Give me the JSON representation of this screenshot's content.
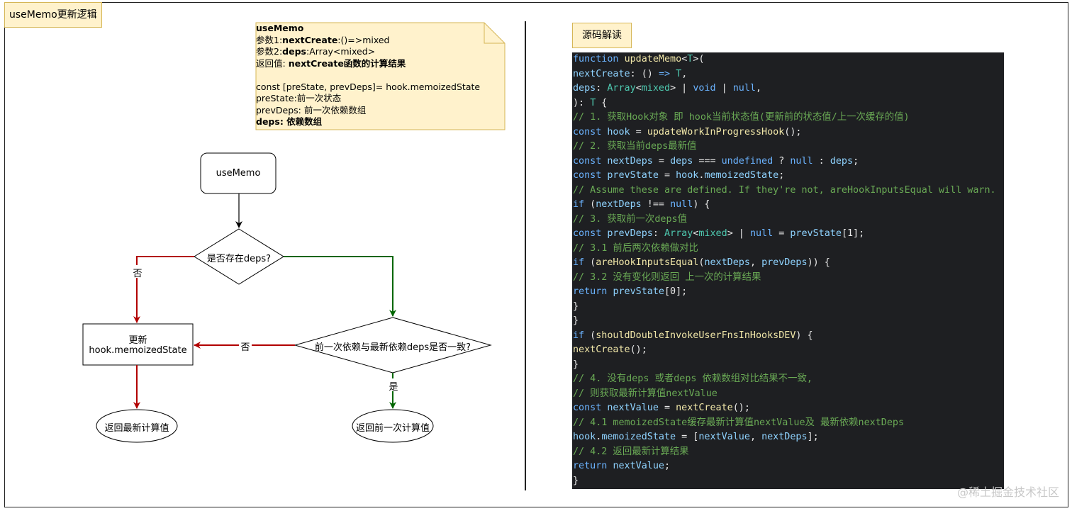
{
  "title": "useMemo更新逻辑",
  "section_title": "源码解读",
  "note": {
    "lines": [
      [
        {
          "text": "useMemo",
          "bold": true
        }
      ],
      [
        {
          "text": "参数1:",
          "bold": false
        },
        {
          "text": "nextCreate",
          "bold": true
        },
        {
          "text": ":()=>mixed",
          "bold": false
        }
      ],
      [
        {
          "text": "参数2:",
          "bold": false
        },
        {
          "text": "deps",
          "bold": true
        },
        {
          "text": ":Array<mixed>",
          "bold": false
        }
      ],
      [
        {
          "text": "返回值:  ",
          "bold": false
        },
        {
          "text": "nextCreate函数的计算结果",
          "bold": true
        }
      ],
      [
        {
          "text": "",
          "bold": false
        }
      ],
      [
        {
          "text": "const [preState, prevDeps]= hook.memoizedState",
          "bold": false
        }
      ],
      [
        {
          "text": "preState:前一次状态",
          "bold": false
        }
      ],
      [
        {
          "text": "prevDeps:  前一次依赖数组",
          "bold": false
        }
      ],
      [
        {
          "text": "deps:   依赖数组",
          "bold": true
        }
      ]
    ]
  },
  "flowchart": {
    "start": "useMemo",
    "decision1": "是否存在deps?",
    "decision2": "前一次依赖与最新依赖deps是否一致?",
    "update_box_line1": "更新",
    "update_box_line2": "hook.memoizedState",
    "end_new": "返回最新计算值",
    "end_prev": "返回前一次计算值",
    "label_no_1": "否",
    "label_no_2": "否",
    "label_yes": "是",
    "colors": {
      "no": "#b20000",
      "yes": "#006600",
      "default": "#000000"
    }
  },
  "code_lines": [
    [
      {
        "c": "k",
        "t": "function "
      },
      {
        "c": "f",
        "t": "updateMemo"
      },
      {
        "c": "p",
        "t": "<"
      },
      {
        "c": "t",
        "t": "T"
      },
      {
        "c": "p",
        "t": ">("
      }
    ],
    [
      {
        "c": "v",
        "t": "nextCreate"
      },
      {
        "c": "p",
        "t": ": () "
      },
      {
        "c": "k",
        "t": "=>"
      },
      {
        "c": "p",
        "t": " "
      },
      {
        "c": "t",
        "t": "T"
      },
      {
        "c": "p",
        "t": ","
      }
    ],
    [
      {
        "c": "v",
        "t": "deps"
      },
      {
        "c": "p",
        "t": ": "
      },
      {
        "c": "t",
        "t": "Array"
      },
      {
        "c": "p",
        "t": "<"
      },
      {
        "c": "t",
        "t": "mixed"
      },
      {
        "c": "p",
        "t": "> | "
      },
      {
        "c": "k",
        "t": "void"
      },
      {
        "c": "p",
        "t": " | "
      },
      {
        "c": "k",
        "t": "null"
      },
      {
        "c": "p",
        "t": ","
      }
    ],
    [
      {
        "c": "p",
        "t": "): "
      },
      {
        "c": "t",
        "t": "T"
      },
      {
        "c": "p",
        "t": " {"
      }
    ],
    [
      {
        "c": "c",
        "t": "// 1. 获取Hook对象 即 hook当前状态值(更新前的状态值/上一次缓存的值)"
      }
    ],
    [
      {
        "c": "k",
        "t": "const "
      },
      {
        "c": "v",
        "t": "hook"
      },
      {
        "c": "p",
        "t": " = "
      },
      {
        "c": "f",
        "t": "updateWorkInProgressHook"
      },
      {
        "c": "p",
        "t": "();"
      }
    ],
    [
      {
        "c": "c",
        "t": "// 2. 获取当前deps最新值"
      }
    ],
    [
      {
        "c": "k",
        "t": "const "
      },
      {
        "c": "v",
        "t": "nextDeps"
      },
      {
        "c": "p",
        "t": " = "
      },
      {
        "c": "v",
        "t": "deps"
      },
      {
        "c": "p",
        "t": " === "
      },
      {
        "c": "k",
        "t": "undefined"
      },
      {
        "c": "p",
        "t": " ? "
      },
      {
        "c": "k",
        "t": "null"
      },
      {
        "c": "p",
        "t": " : "
      },
      {
        "c": "v",
        "t": "deps"
      },
      {
        "c": "p",
        "t": ";"
      }
    ],
    [
      {
        "c": "k",
        "t": "const "
      },
      {
        "c": "v",
        "t": "prevState"
      },
      {
        "c": "p",
        "t": " = "
      },
      {
        "c": "v",
        "t": "hook"
      },
      {
        "c": "p",
        "t": "."
      },
      {
        "c": "v",
        "t": "memoizedState"
      },
      {
        "c": "p",
        "t": ";"
      }
    ],
    [
      {
        "c": "c",
        "t": "// Assume these are defined. If they're not, areHookInputsEqual will warn."
      }
    ],
    [
      {
        "c": "k",
        "t": "if"
      },
      {
        "c": "p",
        "t": " ("
      },
      {
        "c": "v",
        "t": "nextDeps"
      },
      {
        "c": "p",
        "t": " !== "
      },
      {
        "c": "k",
        "t": "null"
      },
      {
        "c": "p",
        "t": ") {"
      }
    ],
    [
      {
        "c": "c",
        "t": "// 3. 获取前一次deps值"
      }
    ],
    [
      {
        "c": "k",
        "t": "const "
      },
      {
        "c": "v",
        "t": "prevDeps"
      },
      {
        "c": "p",
        "t": ": "
      },
      {
        "c": "t",
        "t": "Array"
      },
      {
        "c": "p",
        "t": "<"
      },
      {
        "c": "t",
        "t": "mixed"
      },
      {
        "c": "p",
        "t": "> | "
      },
      {
        "c": "k",
        "t": "null"
      },
      {
        "c": "p",
        "t": " = "
      },
      {
        "c": "v",
        "t": "prevState"
      },
      {
        "c": "p",
        "t": "[1];"
      }
    ],
    [
      {
        "c": "c",
        "t": "// 3.1 前后两次依赖做对比"
      }
    ],
    [
      {
        "c": "k",
        "t": "if"
      },
      {
        "c": "p",
        "t": " ("
      },
      {
        "c": "f",
        "t": "areHookInputsEqual"
      },
      {
        "c": "p",
        "t": "("
      },
      {
        "c": "v",
        "t": "nextDeps"
      },
      {
        "c": "p",
        "t": ", "
      },
      {
        "c": "v",
        "t": "prevDeps"
      },
      {
        "c": "p",
        "t": ")) {"
      }
    ],
    [
      {
        "c": "c",
        "t": "// 3.2 没有变化则返回 上一次的计算结果"
      }
    ],
    [
      {
        "c": "k",
        "t": "return "
      },
      {
        "c": "v",
        "t": "prevState"
      },
      {
        "c": "p",
        "t": "[0];"
      }
    ],
    [
      {
        "c": "p",
        "t": "}"
      }
    ],
    [
      {
        "c": "p",
        "t": "}"
      }
    ],
    [
      {
        "c": "k",
        "t": "if"
      },
      {
        "c": "p",
        "t": " ("
      },
      {
        "c": "f",
        "t": "shouldDoubleInvokeUserFnsInHooksDEV"
      },
      {
        "c": "p",
        "t": ") {"
      }
    ],
    [
      {
        "c": "f",
        "t": "nextCreate"
      },
      {
        "c": "p",
        "t": "();"
      }
    ],
    [
      {
        "c": "p",
        "t": "}"
      }
    ],
    [
      {
        "c": "c",
        "t": "// 4. 没有deps 或者deps 依赖数组对比结果不一致,"
      }
    ],
    [
      {
        "c": "c",
        "t": "// 则获取最新计算值nextValue"
      }
    ],
    [
      {
        "c": "k",
        "t": "const "
      },
      {
        "c": "v",
        "t": "nextValue"
      },
      {
        "c": "p",
        "t": " = "
      },
      {
        "c": "f",
        "t": "nextCreate"
      },
      {
        "c": "p",
        "t": "();"
      }
    ],
    [
      {
        "c": "c",
        "t": "// 4.1 memoizedState缓存最新计算值nextValue及 最新依赖nextDeps"
      }
    ],
    [
      {
        "c": "v",
        "t": "hook"
      },
      {
        "c": "p",
        "t": "."
      },
      {
        "c": "v",
        "t": "memoizedState"
      },
      {
        "c": "p",
        "t": " = ["
      },
      {
        "c": "v",
        "t": "nextValue"
      },
      {
        "c": "p",
        "t": ", "
      },
      {
        "c": "v",
        "t": "nextDeps"
      },
      {
        "c": "p",
        "t": "];"
      }
    ],
    [
      {
        "c": "c",
        "t": "// 4.2 返回最新计算结果"
      }
    ],
    [
      {
        "c": "k",
        "t": "return "
      },
      {
        "c": "v",
        "t": "nextValue"
      },
      {
        "c": "p",
        "t": ";"
      }
    ],
    [
      {
        "c": "p",
        "t": "}"
      }
    ]
  ],
  "watermark": "@稀土掘金技术社区"
}
